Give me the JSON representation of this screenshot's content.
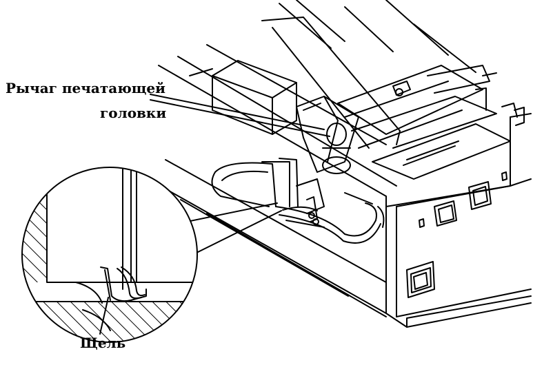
{
  "labels": {
    "head_lever_line1": "Рычаг печатающей",
    "head_lever_line2": "головки",
    "slot": "Щель"
  },
  "colors": {
    "ink": "#000000",
    "paper": "#ffffff"
  }
}
